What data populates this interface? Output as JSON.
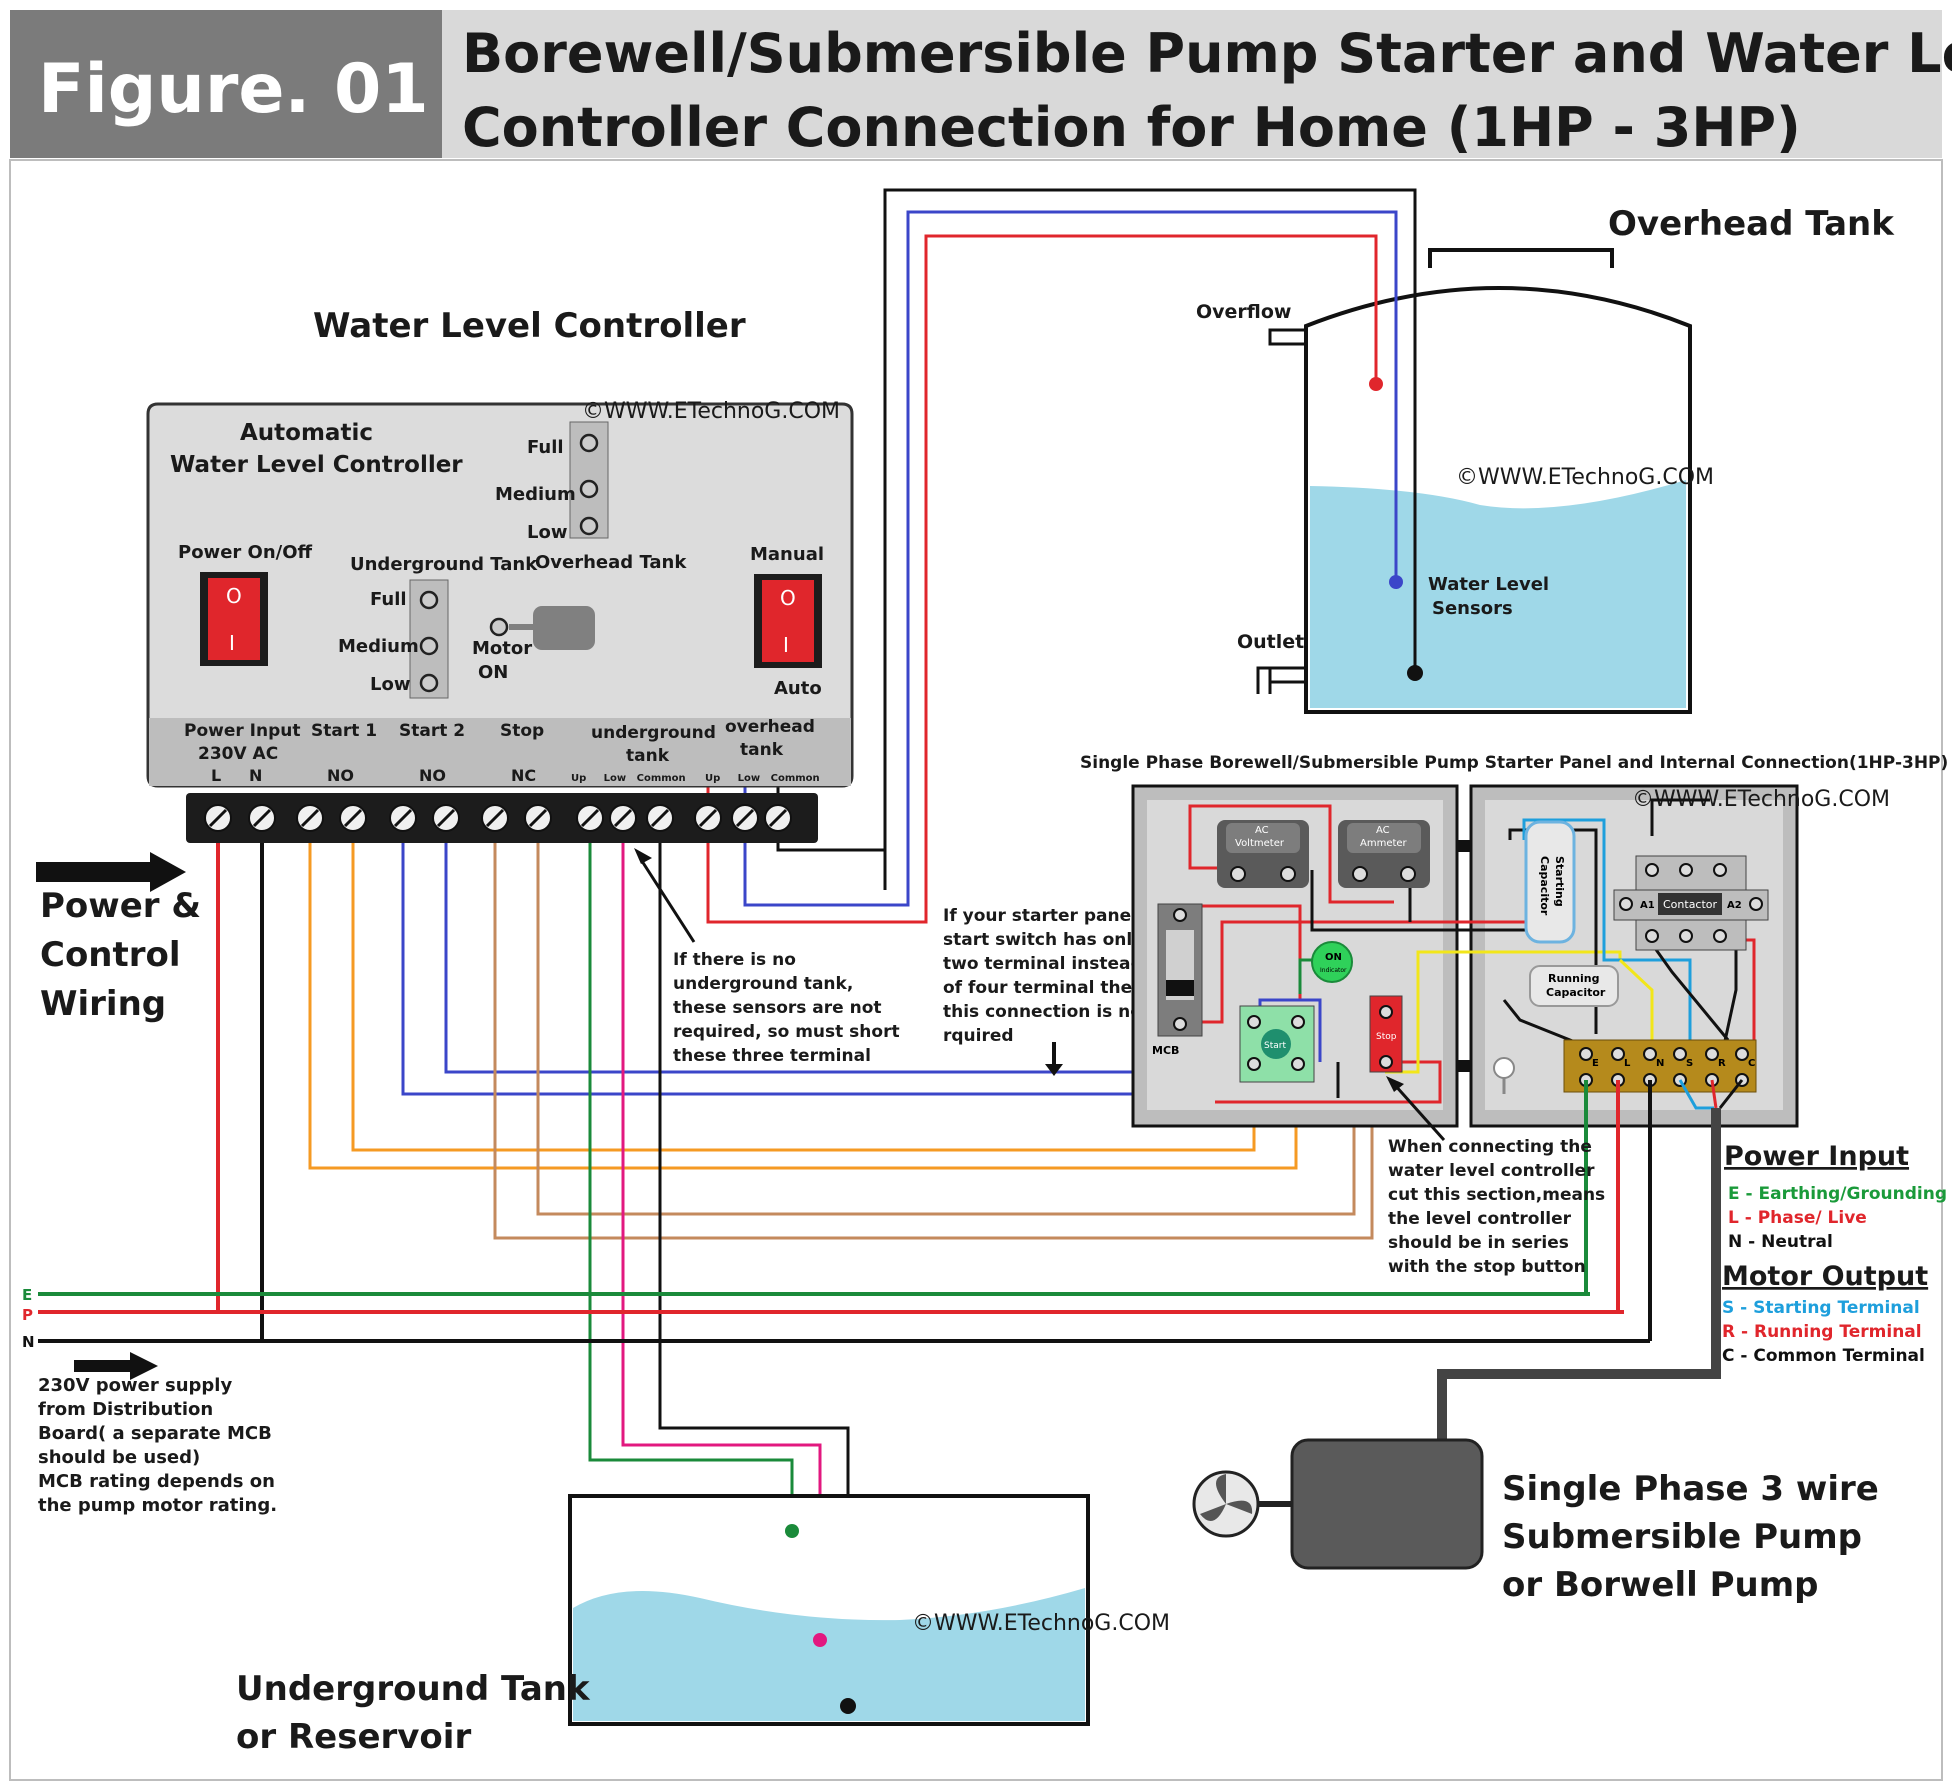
{
  "header": {
    "figure_label": "Figure. 01",
    "title_line1": "Borewell/Submersible Pump Starter and Water Level",
    "title_line2": "Controller Connection for Home (1HP - 3HP)"
  },
  "watermark": "©WWW.ETechnoG.COM",
  "controller": {
    "section_title": "Water Level Controller",
    "name_line1": "Automatic",
    "name_line2": "Water Level Controller",
    "power_switch_label": "Power On/Off",
    "manual_label": "Manual",
    "auto_label": "Auto",
    "switch_on_symbol": "O",
    "switch_off_symbol": "I",
    "overhead_tank_label": "Overhead Tank",
    "underground_tank_label": "Underground Tank",
    "level_full": "Full",
    "level_medium": "Medium",
    "level_low": "Low",
    "motor_on_line1": "Motor",
    "motor_on_line2": "ON",
    "terminal_groups": [
      {
        "line1": "Power Input",
        "line2": "230V AC",
        "sub": "L     N"
      },
      {
        "line1": "Start 1",
        "line2": "",
        "sub": "NO"
      },
      {
        "line1": "Start 2",
        "line2": "",
        "sub": "NO"
      },
      {
        "line1": "Stop",
        "line2": "",
        "sub": "NC"
      },
      {
        "line1": "underground",
        "line2": "tank",
        "sub": "Up     Low   Common"
      },
      {
        "line1": "overhead",
        "line2": "tank",
        "sub": "Up     Low   Common"
      }
    ]
  },
  "overhead_tank": {
    "title": "Overhead Tank",
    "overflow_label": "Overflow",
    "outlet_label": "Outlet",
    "sensors_line1": "Water Level",
    "sensors_line2": "Sensors"
  },
  "underground_tank": {
    "title_line1": "Underground Tank",
    "title_line2": "or Reservoir"
  },
  "left_notes": {
    "power_control_line1": "Power &",
    "power_control_line2": "Control",
    "power_control_line3": "Wiring",
    "supply_note": [
      "230V power supply",
      "from Distribution",
      "Board( a separate MCB",
      "should be used)",
      "MCB rating depends on",
      "the pump motor rating."
    ],
    "bus_labels": {
      "e": "E",
      "p": "P",
      "n": "N"
    }
  },
  "notes": {
    "no_underground": [
      "If there is no",
      "underground tank,",
      "these sensors are not",
      "required, so must short",
      "these three terminal"
    ],
    "two_terminal": [
      "If your starter panel",
      "start switch has only",
      "two terminal instead",
      "of four terminal then",
      "this connection is not",
      "rquired"
    ],
    "series_stop": [
      "When connecting the",
      "water level controller",
      "cut this section,means",
      "the level controller",
      "should be in series",
      "with the stop button"
    ]
  },
  "starter_panel": {
    "title": "Single Phase Borewell/Submersible Pump Starter Panel and Internal Connection(1HP-3HP)",
    "voltmeter_line1": "AC",
    "voltmeter_line2": "Voltmeter",
    "ammeter_line1": "AC",
    "ammeter_line2": "Ammeter",
    "on_indicator_line1": "ON",
    "on_indicator_line2": "Indicator",
    "start_label": "Start",
    "stop_label": "Stop",
    "mcb_label": "MCB",
    "starting_capacitor_line1": "Starting",
    "starting_capacitor_line2": "Capacitor",
    "running_capacitor_line1": "Running",
    "running_capacitor_line2": "Capacitor",
    "contactor_label": "Contactor",
    "contactor_a1": "A1",
    "contactor_a2": "A2",
    "terminals": [
      "E",
      "L",
      "N",
      "S",
      "R",
      "C"
    ]
  },
  "legend": {
    "power_input_title": "Power Input",
    "power_items": [
      {
        "text": "E - Earthing/Grounding",
        "color": "#1a9a3a"
      },
      {
        "text": "L - Phase/ Live",
        "color": "#e0262c"
      },
      {
        "text": "N - Neutral",
        "color": "#111111"
      }
    ],
    "motor_output_title": "Motor Output",
    "motor_items": [
      {
        "text": "S - Starting Terminal",
        "color": "#1e9fdc"
      },
      {
        "text": "R - Running Terminal",
        "color": "#e0262c"
      },
      {
        "text": "C - Common Terminal",
        "color": "#111111"
      }
    ]
  },
  "pump": {
    "line1": "Single Phase 3 wire",
    "line2": "Submersible Pump",
    "line3": "or Borwell Pump"
  },
  "colors": {
    "header_gray": "#7b7b7b",
    "title_band": "#d9d9d9",
    "red_wire": "#e0262c",
    "blue_wire": "#3b46c9",
    "green_wire": "#1a8a3a",
    "orange_wire": "#f59a23",
    "brown_wire": "#c48a5d",
    "pink_wire": "#e2187f",
    "yellow_wire": "#f2e61a",
    "water": "#9fd8e8"
  }
}
